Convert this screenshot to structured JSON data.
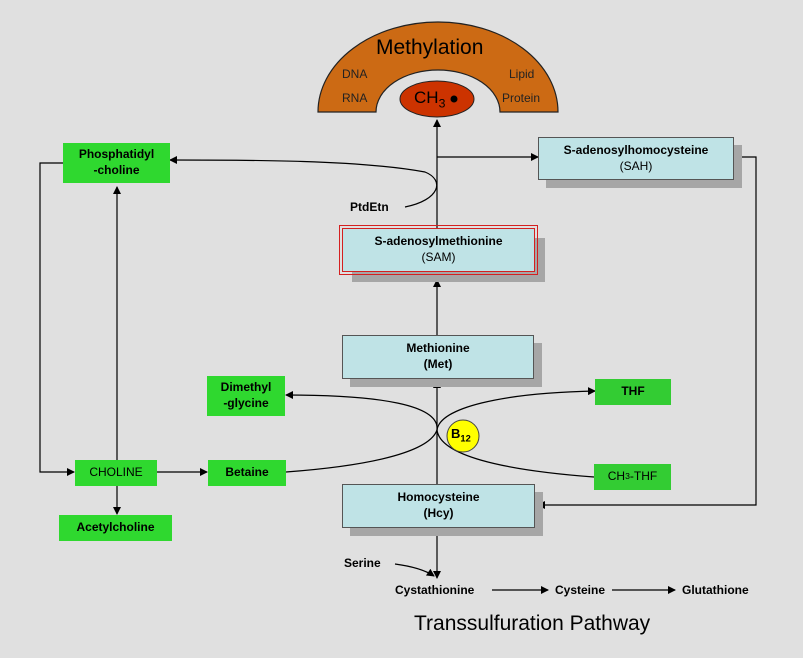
{
  "methylation": {
    "title": "Methylation",
    "left_targets": [
      "DNA",
      "RNA"
    ],
    "right_targets": [
      "Lipid",
      "Protein"
    ],
    "methyl_group": "CH",
    "methyl_sub": "3"
  },
  "nodes": {
    "phosphatidylcholine": {
      "line1": "Phosphatidyl",
      "line2": "-choline"
    },
    "sah": {
      "line1": "S-adenosylhomocysteine",
      "line2": "(SAH)"
    },
    "sam": {
      "line1": "S-adenosylmethionine",
      "line2": "(SAM)"
    },
    "methionine": {
      "line1": "Methionine",
      "line2": "(Met)"
    },
    "dimethylglycine": {
      "line1": "Dimethyl",
      "line2": "-glycine"
    },
    "thf": "THF",
    "ch3thf": {
      "prefix": "CH",
      "sub": "3",
      "suffix": "-THF"
    },
    "choline": "CHOLINE",
    "betaine": "Betaine",
    "acetylcholine": "Acetylcholine",
    "homocysteine": {
      "line1": "Homocysteine",
      "line2": "(Hcy)"
    }
  },
  "labels": {
    "ptdetn": "PtdEtn",
    "serine": "Serine",
    "cystathionine": "Cystathionine",
    "cysteine": "Cysteine",
    "glutathione": "Glutathione",
    "b12": "B",
    "b12_sub": "12",
    "pathway": "Transsulfuration Pathway"
  },
  "colors": {
    "arch": "#cc6a14",
    "ch3_oval": "#cc3300",
    "green": "#2fd82f",
    "blue_box": "#bfe3e6",
    "b12": "#ffff00",
    "sam_border": "#d42020"
  }
}
